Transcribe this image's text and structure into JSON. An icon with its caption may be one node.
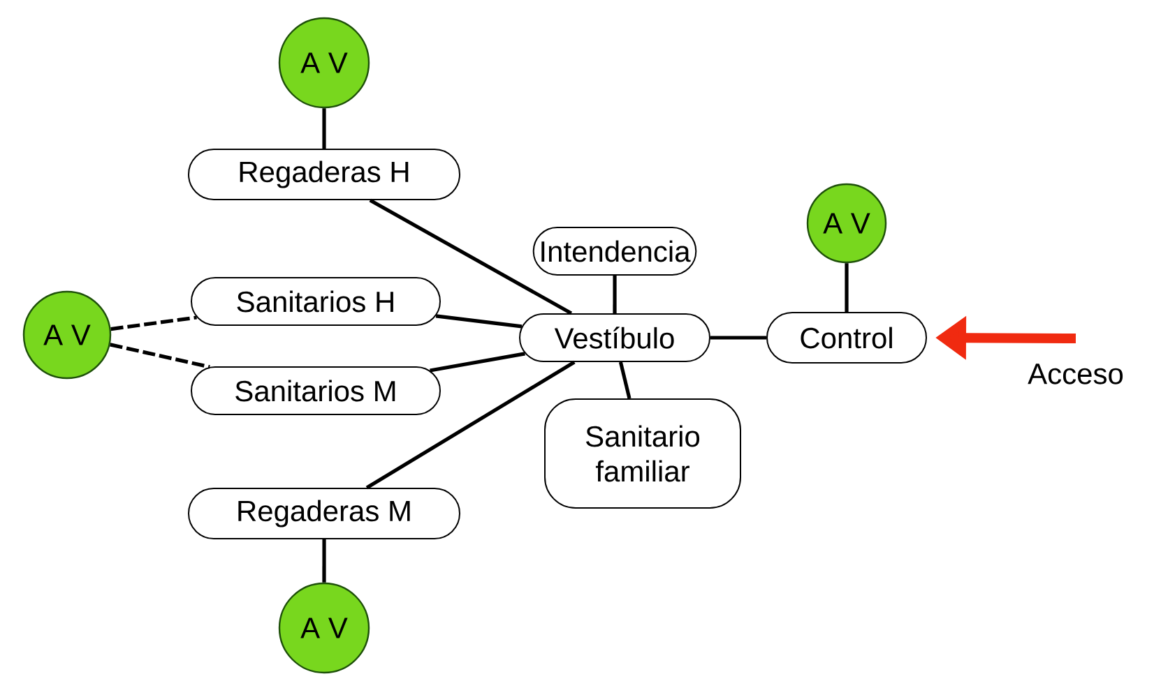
{
  "diagram": {
    "nodes": [
      {
        "text": [
          "A V"
        ]
      },
      {
        "text": [
          "Regaderas H"
        ]
      },
      {
        "text": [
          "A V"
        ]
      },
      {
        "text": [
          "Intendencia"
        ]
      },
      {
        "text": [
          "Sanitarios H"
        ]
      },
      {
        "text": [
          "A V"
        ]
      },
      {
        "text": [
          "Vestíbulo"
        ]
      },
      {
        "text": [
          "Control"
        ]
      },
      {
        "text": [
          "Acceso"
        ]
      },
      {
        "text": [
          "Sanitarios M"
        ]
      },
      {
        "text": [
          "Sanitario familiar"
        ]
      },
      {
        "text": [
          "Regaderas M"
        ]
      },
      {
        "text": [
          "A V"
        ]
      }
    ],
    "edges": [
      {
        "from": 0,
        "to": 1,
        "arrow": "none"
      },
      {
        "from": 1,
        "to": 6,
        "arrow": "none"
      },
      {
        "from": 4,
        "to": 6,
        "arrow": "none"
      },
      {
        "from": 9,
        "to": 6,
        "arrow": "none"
      },
      {
        "from": 11,
        "to": 6,
        "arrow": "none"
      },
      {
        "from": 5,
        "to": 4,
        "arrow": "none",
        "style": "dashed"
      },
      {
        "from": 5,
        "to": 9,
        "arrow": "none",
        "style": "dashed"
      },
      {
        "from": 3,
        "to": 6,
        "arrow": "none"
      },
      {
        "from": 6,
        "to": 10,
        "arrow": "none"
      },
      {
        "from": 6,
        "to": 7,
        "arrow": "none"
      },
      {
        "from": 2,
        "to": 7,
        "arrow": "none"
      },
      {
        "from": 8,
        "to": 7,
        "arrow": "to",
        "style": "thick",
        "color": "#f02a10"
      },
      {
        "from": 11,
        "to": 12,
        "arrow": "none"
      }
    ]
  }
}
